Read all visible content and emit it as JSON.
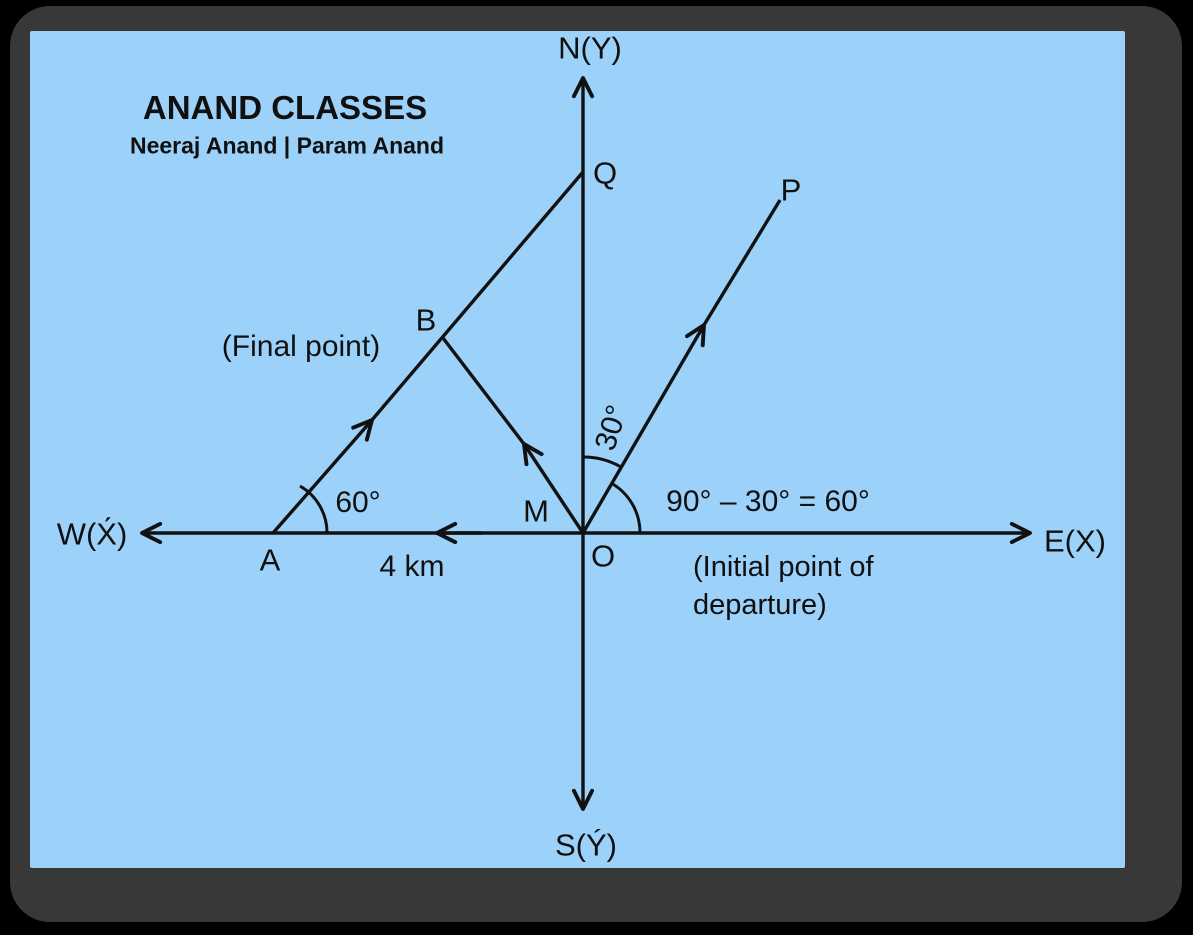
{
  "branding": {
    "title": "ANAND CLASSES",
    "subtitle": "Neeraj Anand | Param Anand"
  },
  "diagram": {
    "axes": {
      "north": "N(Y)",
      "south": "S(Ý)",
      "west": "W(X́)",
      "east": "E(X)"
    },
    "points": {
      "origin": "O",
      "a": "A",
      "b": "B",
      "m": "M",
      "p": "P",
      "q": "Q"
    },
    "angles": {
      "at_a": "60°",
      "at_o_from_y_axis": "30°",
      "at_o_equation": "90° – 30° = 60°"
    },
    "distance_label": "4 km",
    "annotations": {
      "final_point": "(Final point)",
      "initial_point_line1": "(Initial point of",
      "initial_point_line2": "departure)"
    }
  },
  "colors": {
    "panel_background": "#9cd2fa",
    "frame": "#383838",
    "outside": "#000000",
    "ink": "#111111"
  }
}
